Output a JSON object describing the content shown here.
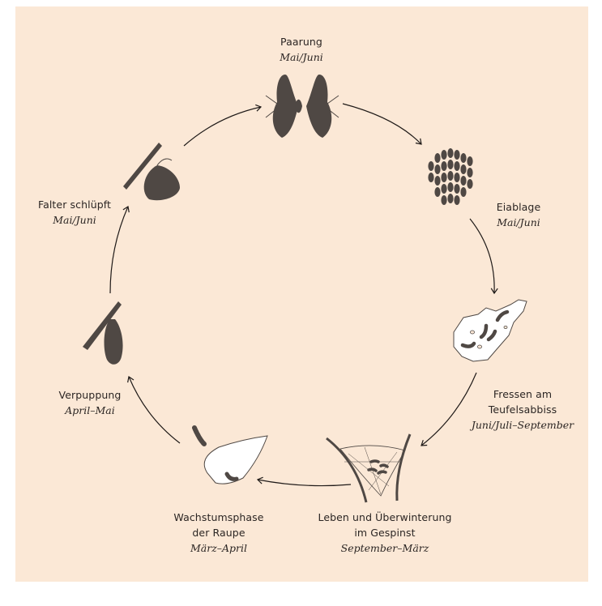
{
  "stages": [
    {
      "name_lines": [
        "Paarung"
      ],
      "time": "Mai/Juni",
      "icon": "mating-butterflies-icon"
    },
    {
      "name_lines": [
        "Eiablage"
      ],
      "time": "Mai/Juni",
      "icon": "egg-cluster-icon"
    },
    {
      "name_lines": [
        "Fressen am",
        "Teufelsabbiss"
      ],
      "time": "Juni/Juli–September",
      "icon": "leaf-feeding-caterpillars-icon"
    },
    {
      "name_lines": [
        "Leben und Überwinterung",
        "im Gespinst"
      ],
      "time": "September–März",
      "icon": "web-nest-icon"
    },
    {
      "name_lines": [
        "Wachstumsphase",
        "der Raupe"
      ],
      "time": "März–April",
      "icon": "growing-caterpillar-icon"
    },
    {
      "name_lines": [
        "Verpuppung"
      ],
      "time": "April–Mai",
      "icon": "pupa-icon"
    },
    {
      "name_lines": [
        "Falter schlüpft"
      ],
      "time": "Mai/Juni",
      "icon": "hatching-butterfly-icon"
    }
  ],
  "colors": {
    "background": "#fbe8d6",
    "ink": "#2b2523",
    "icon": "#4f4844",
    "arrow": "#1f1a18"
  }
}
